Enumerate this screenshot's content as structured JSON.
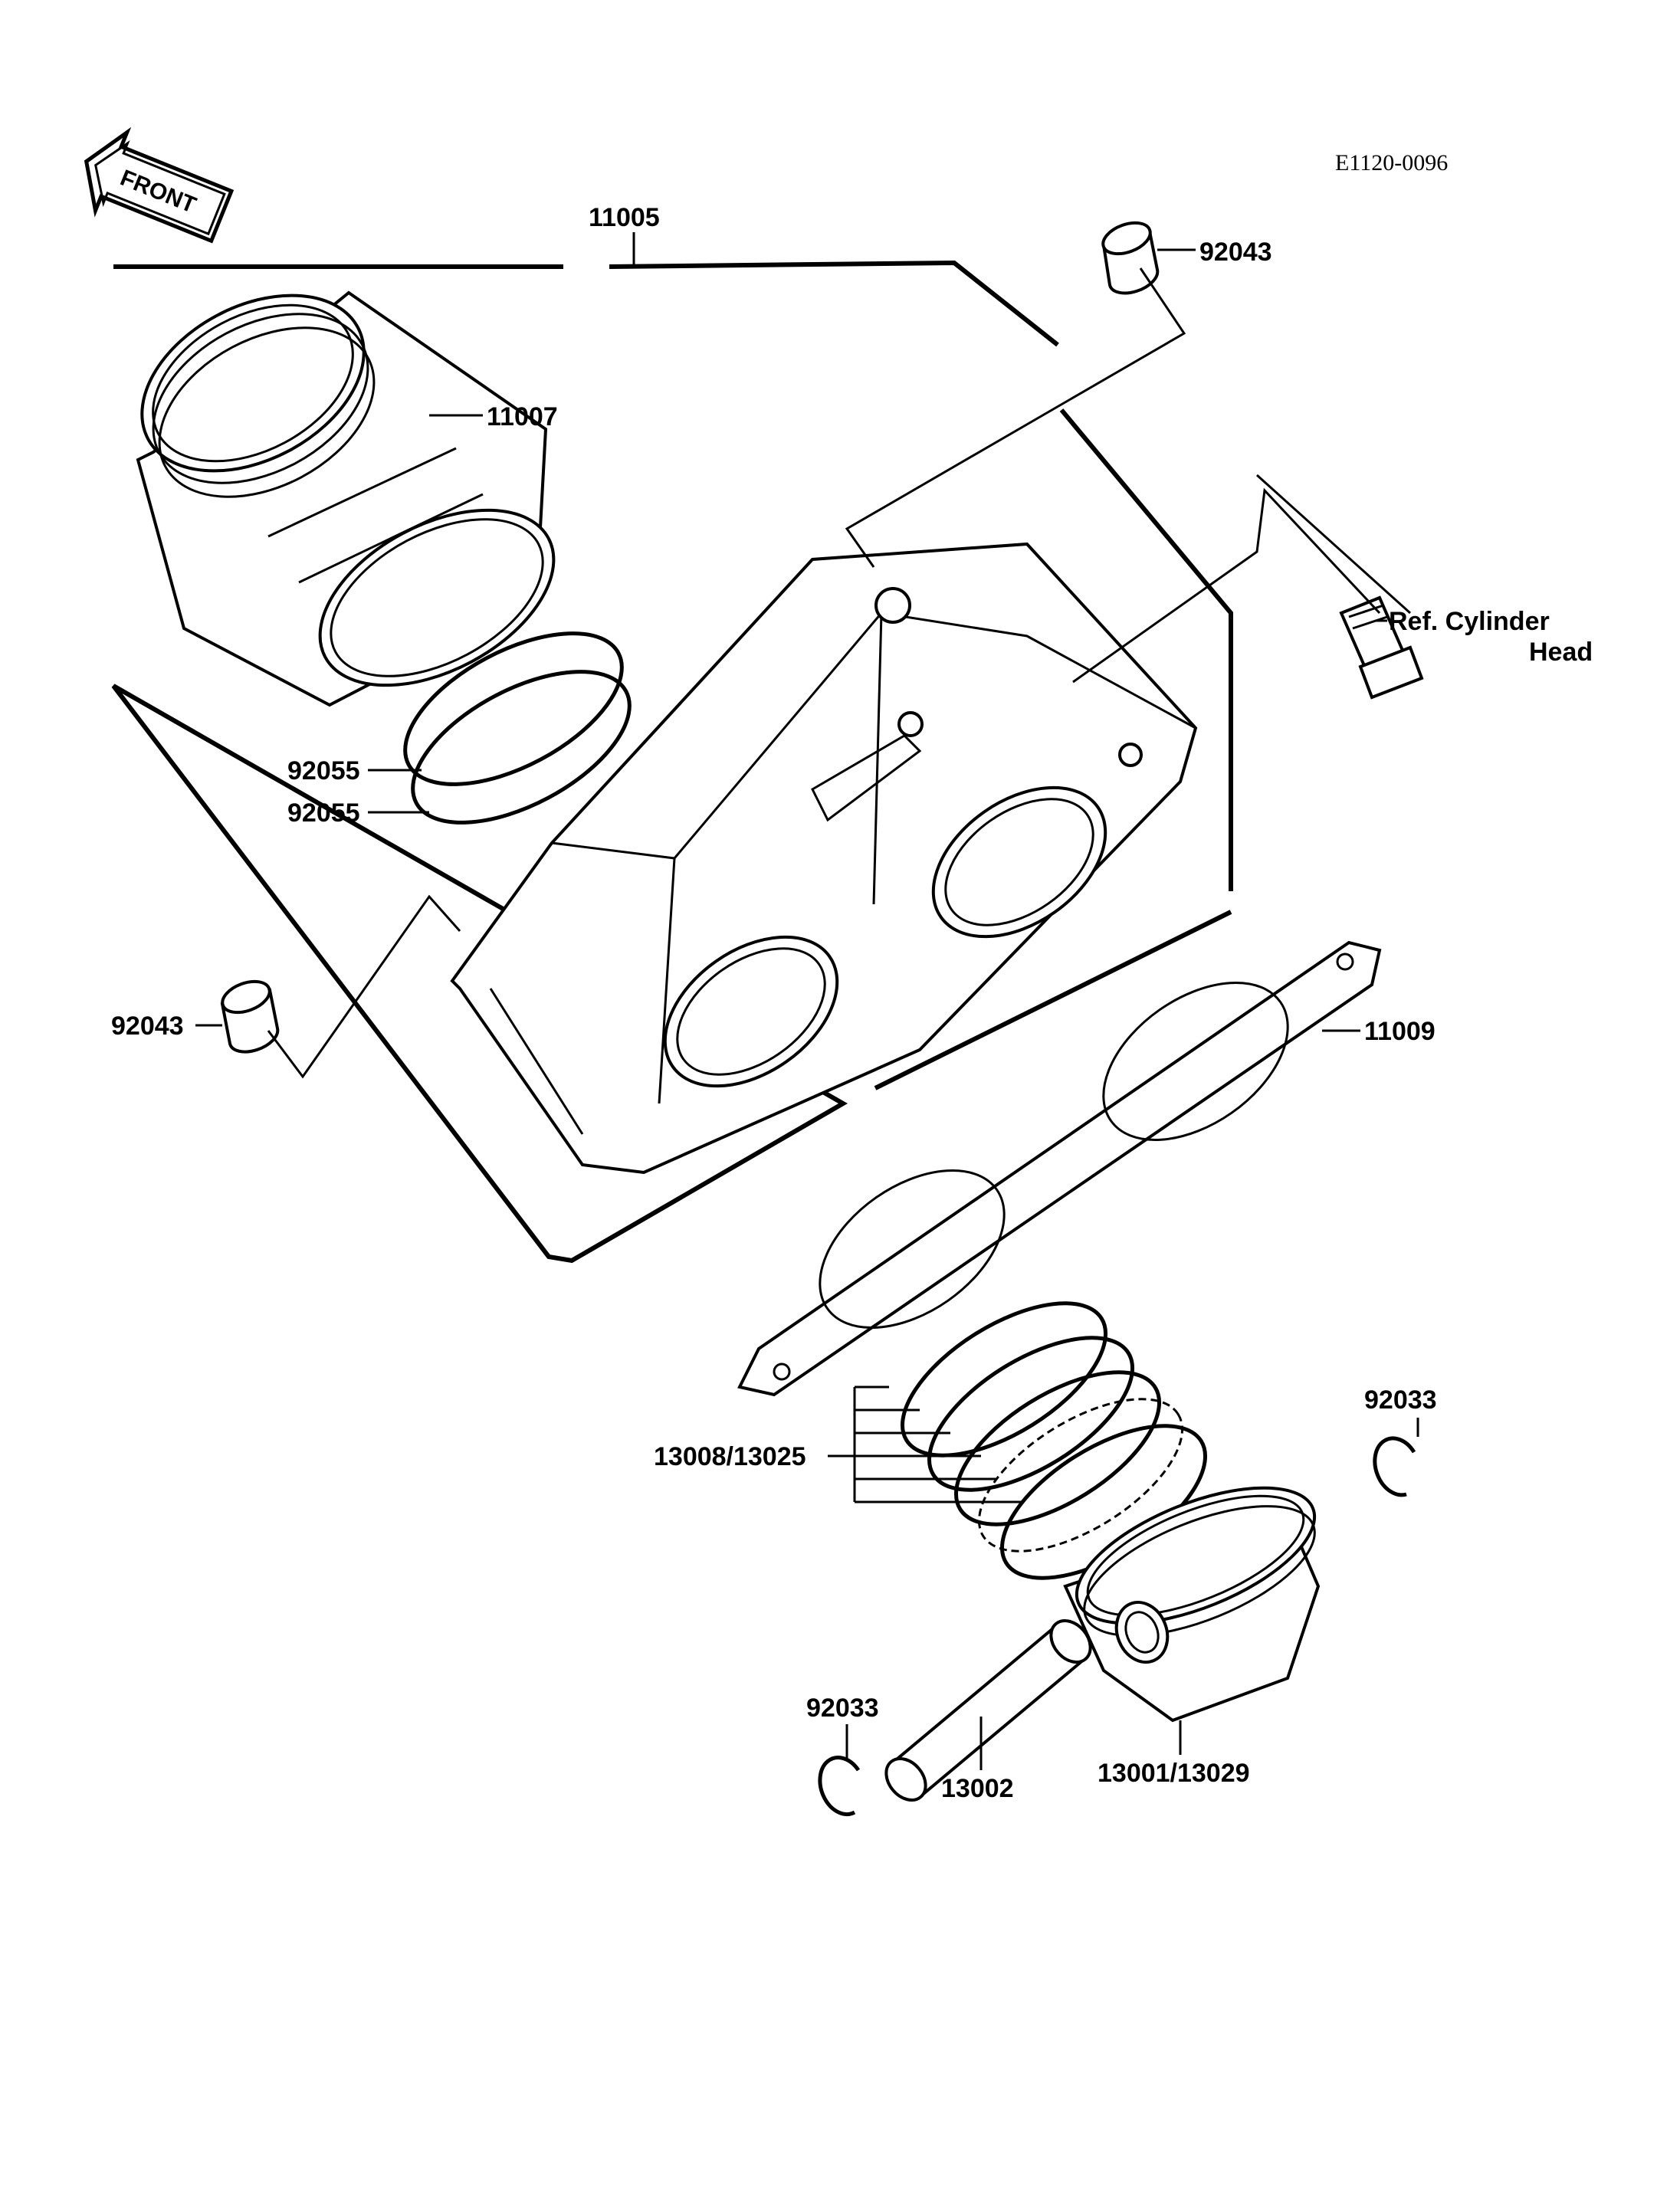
{
  "drawing_code": "E1120-0096",
  "front_label": "FRONT",
  "callouts": {
    "cylinder_assembly": "11005",
    "cylinder_sleeve": "11007",
    "dowel_pin_top": "92043",
    "dowel_pin_left": "92043",
    "o_ring_1": "92055",
    "o_ring_2": "92055",
    "ref_cylinder_head_line1": "Ref. Cylinder",
    "ref_cylinder_head_line2": "Head",
    "base_gasket": "11009",
    "piston_ring_set": "13008/13025",
    "circlip_right": "92033",
    "circlip_left": "92033",
    "piston_pin": "13002",
    "piston": "13001/13029"
  }
}
